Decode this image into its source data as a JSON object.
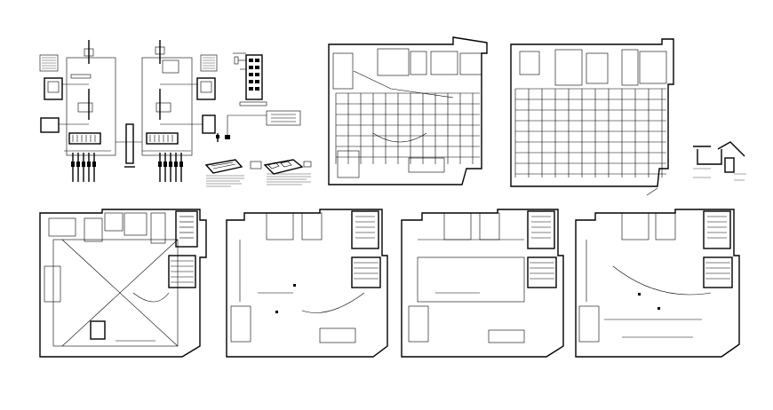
{
  "sheet": {
    "background": "#ffffff",
    "ink": "#000000"
  },
  "panels": [
    {
      "kind": "single-line-diagram",
      "label": ""
    },
    {
      "kind": "single-line-diagram",
      "label": ""
    },
    {
      "kind": "riser-diagram",
      "label": ""
    },
    {
      "kind": "ceiling-plan",
      "label": ""
    },
    {
      "kind": "ceiling-plan",
      "label": ""
    },
    {
      "kind": "floor-plan-wiring",
      "label": ""
    },
    {
      "kind": "floor-plan-wiring",
      "label": ""
    },
    {
      "kind": "floor-plan-wiring",
      "label": ""
    },
    {
      "kind": "floor-plan-wiring",
      "label": ""
    }
  ]
}
